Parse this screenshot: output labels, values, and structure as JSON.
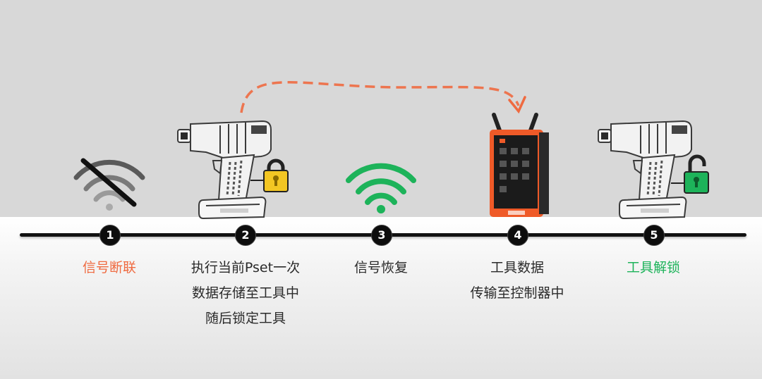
{
  "colors": {
    "accent_orange": "#ef6a40",
    "accent_green": "#1db35a",
    "lock_yellow": "#f3c623",
    "background_gray": "#d8d8d8"
  },
  "icons": [
    "wifi-off-icon",
    "tool-gun-icon",
    "lock-icon",
    "wifi-icon",
    "controller-icon",
    "unlock-icon"
  ],
  "steps": [
    {
      "number": "1",
      "lines": [
        "信号断联"
      ]
    },
    {
      "number": "2",
      "lines": [
        "执行当前Pset一次",
        "数据存储至工具中",
        "随后锁定工具"
      ]
    },
    {
      "number": "3",
      "lines": [
        "信号恢复"
      ]
    },
    {
      "number": "4",
      "lines": [
        "工具数据",
        "传输至控制器中"
      ]
    },
    {
      "number": "5",
      "lines": [
        "工具解锁"
      ]
    }
  ]
}
